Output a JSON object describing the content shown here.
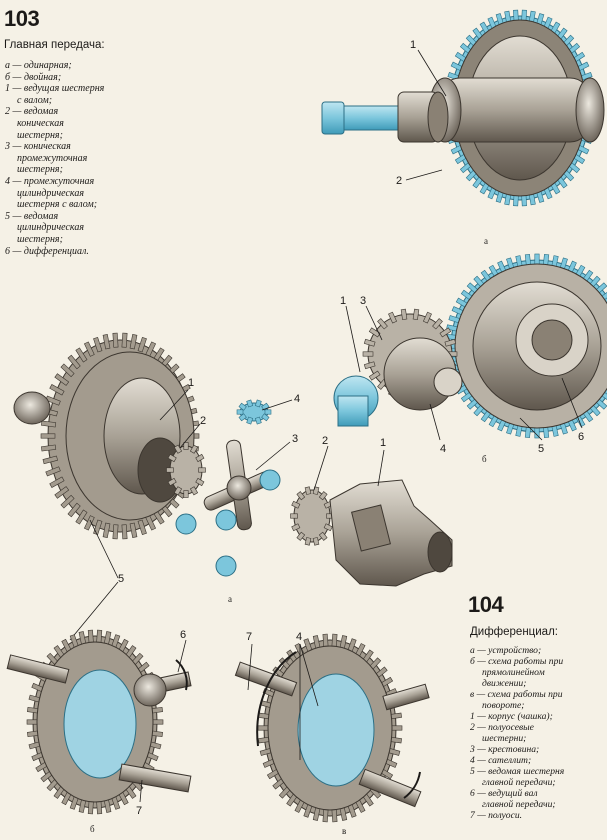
{
  "fig103": {
    "number": "103",
    "title": "Главная передача:",
    "legend": [
      {
        "key": "а",
        "text": "одинарная;"
      },
      {
        "key": "б",
        "text": "двойная;"
      },
      {
        "key": "1",
        "text": "ведущая шестерня",
        "cont": "с валом;"
      },
      {
        "key": "2",
        "text": "ведомая",
        "cont": "коническая\nшестерня;"
      },
      {
        "key": "3",
        "text": "коническая",
        "cont": "промежуточная\nшестерня;"
      },
      {
        "key": "4",
        "text": "промежуточная",
        "cont": "цилиндрическая\nшестерня с валом;"
      },
      {
        "key": "5",
        "text": "ведомая",
        "cont": "цилиндрическая\nшестерня;"
      },
      {
        "key": "6",
        "text": "дифференциал."
      }
    ],
    "callouts": {
      "a1": "1",
      "a2": "2",
      "a_sub": "а",
      "b1": "1",
      "b3": "3",
      "b4": "4",
      "b5": "5",
      "b6": "6",
      "b_sub": "б"
    }
  },
  "fig104": {
    "number": "104",
    "title": "Дифференциал:",
    "legend": [
      {
        "key": "а",
        "text": "устройство;"
      },
      {
        "key": "б",
        "text": "схема работы при",
        "cont": "прямолинейном\nдвижении;"
      },
      {
        "key": "в",
        "text": "схема работы при",
        "cont": "повороте;"
      },
      {
        "key": "1",
        "text": "корпус (чашка);"
      },
      {
        "key": "2",
        "text": "полуосевые",
        "cont": "шестерни;"
      },
      {
        "key": "3",
        "text": "крестовина;"
      },
      {
        "key": "4",
        "text": "сателлит;"
      },
      {
        "key": "5",
        "text": "ведомая шестерня",
        "cont": "главной передачи;"
      },
      {
        "key": "6",
        "text": "ведущий вал",
        "cont": "главной передачи;"
      },
      {
        "key": "7",
        "text": "полуоси."
      }
    ],
    "callouts": {
      "a1": "1",
      "a2": "2",
      "a3": "3",
      "a4": "4",
      "a2b": "2",
      "a1b": "1",
      "a5": "5",
      "a_sub": "а",
      "b6": "6",
      "b7": "7",
      "b_sub": "б",
      "v7": "7",
      "v4": "4",
      "v_sub": "в"
    }
  },
  "colors": {
    "paper": "#f5f1e6",
    "metal": "#b9b2a6",
    "metal_dark": "#6e665c",
    "gear": "#8a8174",
    "cyan": "#7cc6dc",
    "cyan_dark": "#3f9bb8",
    "ink": "#1c1a18"
  }
}
